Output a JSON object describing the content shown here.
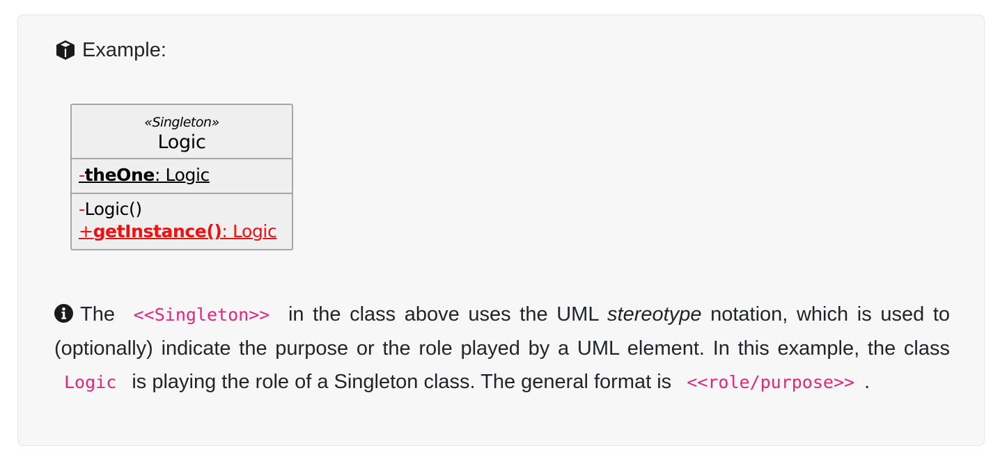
{
  "header": {
    "icon": "cube-icon",
    "label": "Example:"
  },
  "uml_class": {
    "stereotype": "«Singleton»",
    "name": "Logic",
    "attribute": {
      "visibility": "-",
      "name": "theOne",
      "type": ":  Logic"
    },
    "operations": [
      {
        "visibility": "-",
        "signature": "Logic()"
      },
      {
        "visibility": "+",
        "name": "getInstance()",
        "type": ": Logic"
      }
    ],
    "colors": {
      "static_member": "#ee1111",
      "border": "#a6a6a6",
      "fill": "#efefef"
    }
  },
  "note": {
    "icon": "info-icon",
    "t1": "The",
    "code1": "<<Singleton>>",
    "t2": "in the class above uses the UML",
    "emph": "stereotype",
    "t3": "notation, which is used to (optionally) indicate the purpose or the role played by a UML element. In this example, the class",
    "code2": "Logic",
    "t4": "is playing the role of a Singleton class. The general format is",
    "code3": "<<role/purpose>>",
    "t5": "."
  }
}
